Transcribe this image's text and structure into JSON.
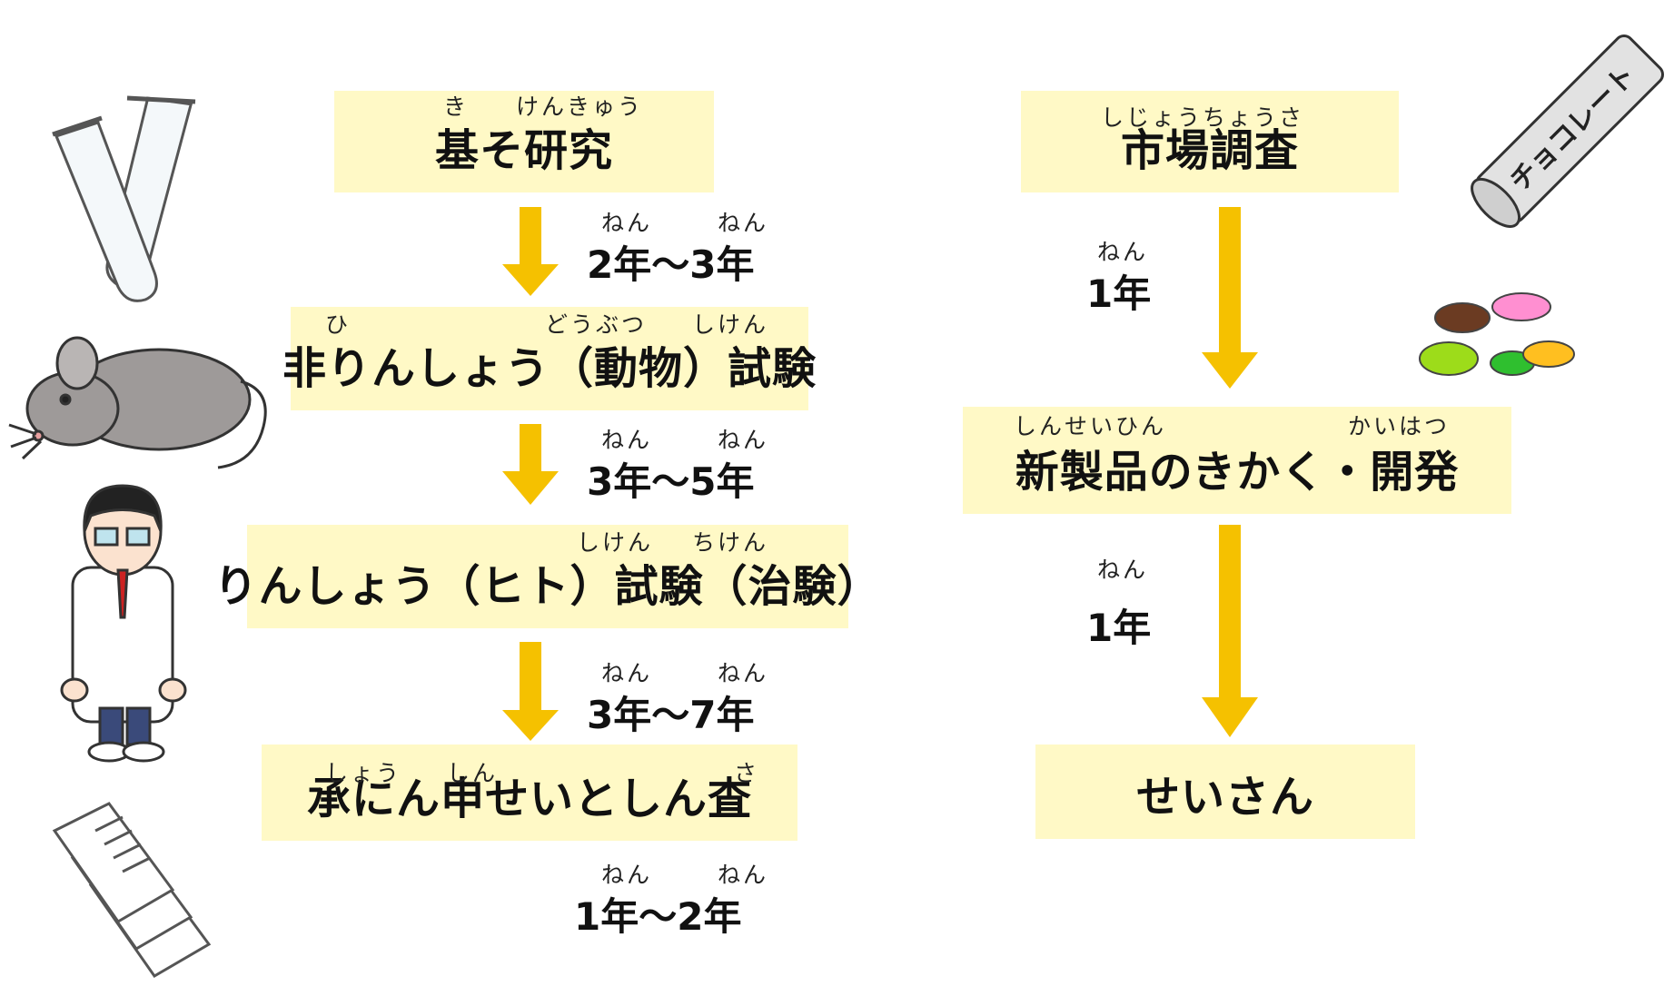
{
  "left_flow": {
    "steps": [
      {
        "label": "基そ研究",
        "ruby": [
          "き",
          "けんきゅう"
        ]
      },
      {
        "label": "非りんしょう（動物）試験",
        "ruby": [
          "ひ",
          "どうぶつ",
          "しけん"
        ]
      },
      {
        "label": "りんしょう（ヒト）試験（治験）",
        "ruby": [
          "しけん",
          "ちけん"
        ]
      },
      {
        "label": "承にん申せいとしん査",
        "ruby": [
          "しょう",
          "しん",
          "さ"
        ]
      }
    ],
    "durations": [
      {
        "value": "2年～3年",
        "ruby": [
          "ねん",
          "ねん"
        ]
      },
      {
        "value": "3年～5年",
        "ruby": [
          "ねん",
          "ねん"
        ]
      },
      {
        "value": "3年～7年",
        "ruby": [
          "ねん",
          "ねん"
        ]
      },
      {
        "value": "1年～2年",
        "ruby": [
          "ねん",
          "ねん"
        ]
      }
    ]
  },
  "right_flow": {
    "steps": [
      {
        "label": "市場調査",
        "ruby": [
          "しじょうちょうさ"
        ]
      },
      {
        "label": "新製品のきかく・開発",
        "ruby": [
          "しんせいひん",
          "かいはつ"
        ]
      },
      {
        "label": "せいさん",
        "ruby": []
      }
    ],
    "durations": [
      {
        "value": "1年",
        "ruby": [
          "ねん"
        ]
      },
      {
        "value": "1年",
        "ruby": [
          "ねん"
        ]
      }
    ]
  },
  "illustrations": {
    "chocolate_label": "チョコレート"
  },
  "colors": {
    "box_fill": "#fff9c6",
    "arrow": "#f5c100"
  }
}
